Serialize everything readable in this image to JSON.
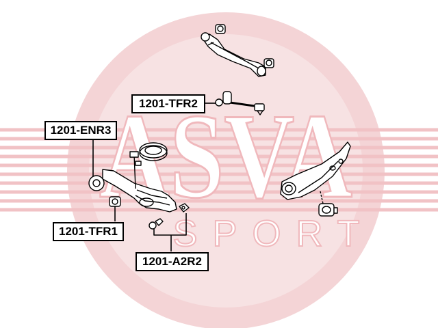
{
  "watermark": {
    "brand": "ASVA",
    "tagline": "SPORT",
    "color": "#d9141b"
  },
  "callouts": {
    "enr3": "1201-ENR3",
    "tfr1": "1201-TFR1",
    "tfr2": "1201-TFR2",
    "a2r2": "1201-A2R2"
  },
  "colors": {
    "line": "#000000",
    "label_border": "#000000",
    "background": "#ffffff"
  }
}
